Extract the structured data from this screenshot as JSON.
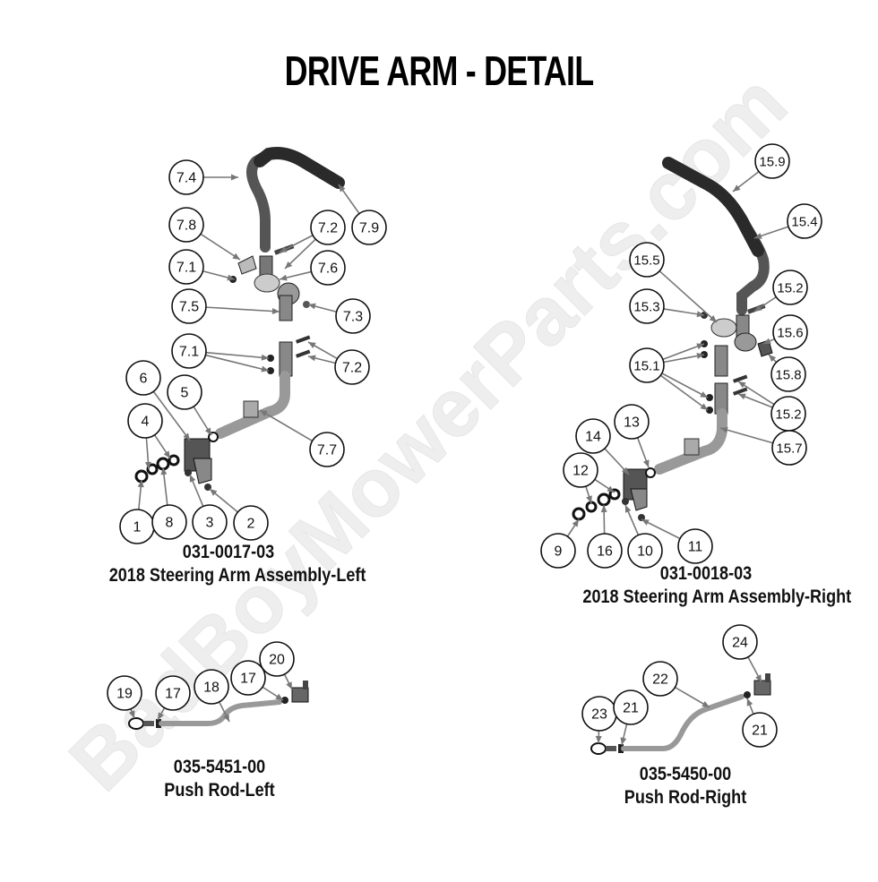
{
  "title": "DRIVE ARM - DETAIL",
  "watermark": "BadBoyMowerParts.com",
  "assemblies": {
    "left_arm": {
      "part_number": "031-0017-03",
      "name": "2018 Steering Arm Assembly-Left"
    },
    "right_arm": {
      "part_number": "031-0018-03",
      "name": "2018 Steering Arm Assembly-Right"
    },
    "left_rod": {
      "part_number": "035-5451-00",
      "name": "Push Rod-Left"
    },
    "right_rod": {
      "part_number": "035-5450-00",
      "name": "Push Rod-Right"
    }
  },
  "callouts": [
    "7.4",
    "7.9",
    "7.8",
    "7.2",
    "7.1",
    "7.6",
    "7.5",
    "7.3",
    "7.1",
    "7.2",
    "6",
    "5",
    "4",
    "7.7",
    "1",
    "8",
    "3",
    "2",
    "15.9",
    "15.4",
    "15.5",
    "15.2",
    "15.3",
    "15.6",
    "15.1",
    "15.8",
    "15.2",
    "14",
    "13",
    "15.7",
    "12",
    "9",
    "16",
    "10",
    "11",
    "20",
    "19",
    "17",
    "18",
    "17",
    "24",
    "22",
    "23",
    "21",
    "21"
  ],
  "colors": {
    "part_dark": "#2a2a2a",
    "part_mid": "#8a8a8a",
    "part_light": "#cfcfcf",
    "watermark": "#ececec"
  }
}
